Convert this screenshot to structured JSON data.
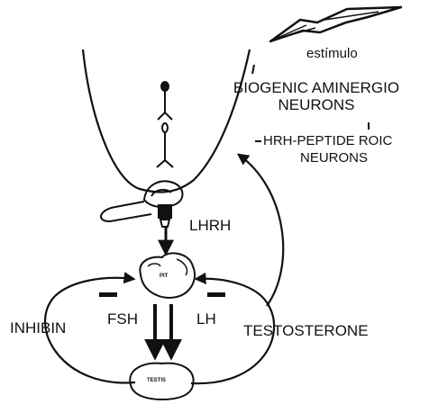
{
  "labels": {
    "stimulus": "estímulo",
    "biogenic_line1": "BIOGENIC AMINERGIO",
    "biogenic_line2": "NEURONS",
    "lhrh_peptide_line1": "HRH-PEPTIDE ROIC",
    "lhrh_peptide_line2": "NEURONS",
    "lhrh": "LHRH",
    "pituitary": "PIT",
    "fsh": "FSH",
    "lh": "LH",
    "inhibin": "INHIBIN",
    "testosterone": "TESTOSTERONE",
    "testis": "TESTIS"
  },
  "colors": {
    "ink": "#111111",
    "background": "#ffffff"
  }
}
